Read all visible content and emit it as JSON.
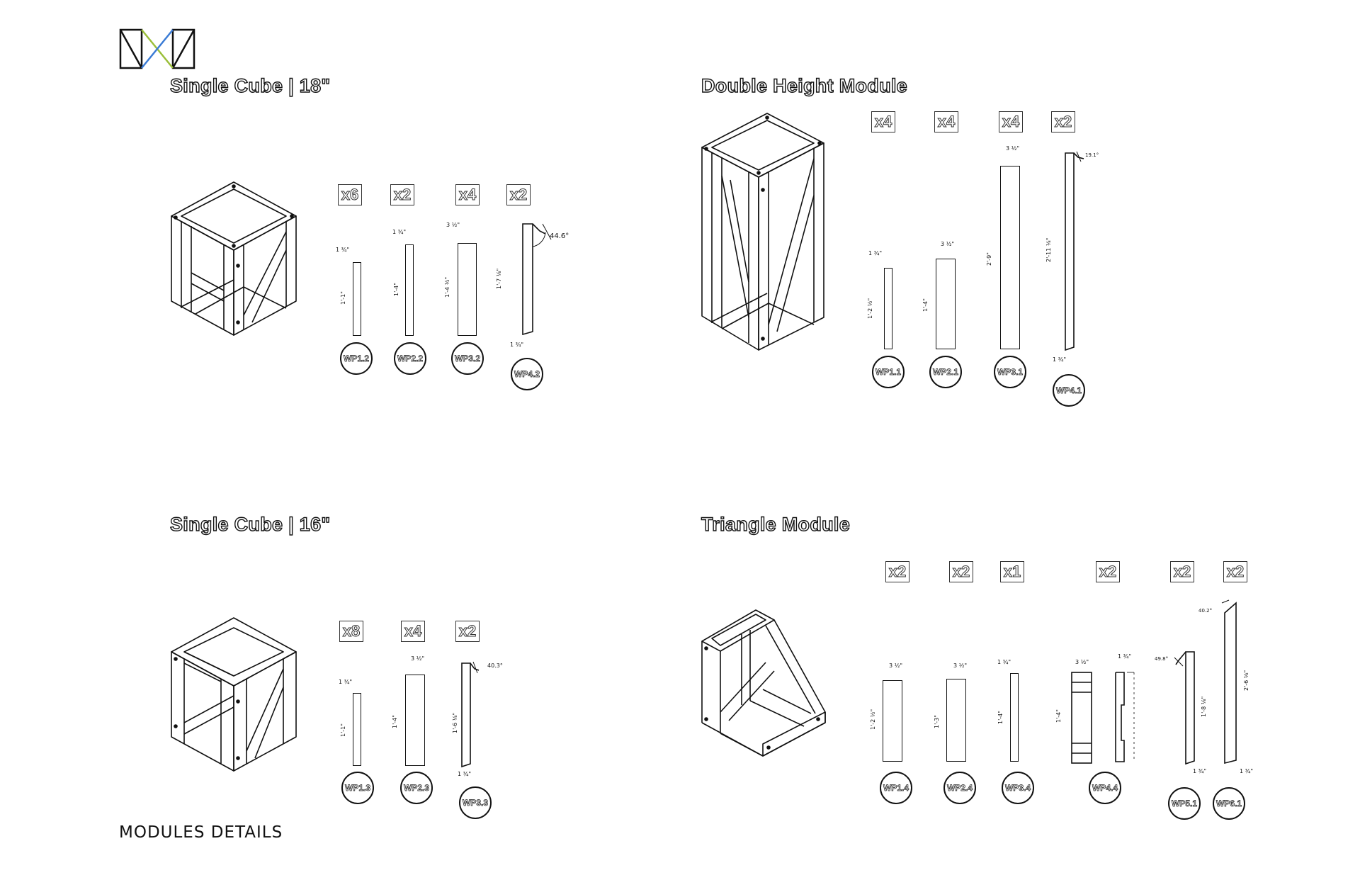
{
  "footer_label": "MODULES DETAILS",
  "accent_colors": {
    "logo_green": "#9bbf3a",
    "logo_blue": "#3a7bd5",
    "line": "#111111"
  },
  "modules": [
    {
      "title": "Single Cube | 18\"",
      "parts": [
        {
          "qty": "x6",
          "tag": "WP1.2",
          "width": "1 ¾\"",
          "length": "1'-1\""
        },
        {
          "qty": "x2",
          "tag": "WP2.2",
          "width": "1 ¾\"",
          "length": "1'-4\""
        },
        {
          "qty": "x4",
          "tag": "WP3.2",
          "width": "3 ½\"",
          "length": "1'-4 ½\""
        },
        {
          "qty": "x2",
          "tag": "WP4.2",
          "width": "1 ¾\"",
          "length": "1'-7 ⅛\"",
          "angle": "44.6°"
        }
      ]
    },
    {
      "title": "Double Height Module",
      "parts": [
        {
          "qty": "x4",
          "tag": "WP1.1",
          "width": "1 ¾\"",
          "length": "1'-2 ½\""
        },
        {
          "qty": "x4",
          "tag": "WP2.1",
          "width": "3 ½\"",
          "length": "1'-4\""
        },
        {
          "qty": "x4",
          "tag": "WP3.1",
          "width": "3 ½\"",
          "length": "2'-9\""
        },
        {
          "qty": "x2",
          "tag": "WP4.1",
          "width": "1 ¾\"",
          "length": "2'-11 ⅛\"",
          "angle": "19.1°"
        }
      ]
    },
    {
      "title": "Single Cube | 16\"",
      "parts": [
        {
          "qty": "x8",
          "tag": "WP1.3",
          "width": "1 ¾\"",
          "length": "1'-1\""
        },
        {
          "qty": "x4",
          "tag": "WP2.3",
          "width": "3 ½\"",
          "length": "1'-4\""
        },
        {
          "qty": "x2",
          "tag": "WP3.3",
          "width": "1 ¾\"",
          "length": "1'-6 ⅛\"",
          "angle": "40.3°"
        }
      ]
    },
    {
      "title": "Triangle Module",
      "parts": [
        {
          "qty": "x2",
          "tag": "WP1.4",
          "width": "3 ½\"",
          "length": "1'-2 ½\""
        },
        {
          "qty": "x2",
          "tag": "WP2.4",
          "width": "3 ½\"",
          "length": "1'-3\""
        },
        {
          "qty": "x1",
          "tag": "WP3.4",
          "width": "1 ¾\"",
          "length": "1'-4\""
        },
        {
          "qty": "x2",
          "tag": "WP4.4",
          "width": "3 ½\"",
          "length": "1'-4\"",
          "width2": "1 ¾\""
        },
        {
          "qty": "x2",
          "tag": "WP5.1",
          "width": "1 ¾\"",
          "length": "1'-8 ⅛\"",
          "angle": "49.8°"
        },
        {
          "qty": "x2",
          "tag": "WP6.1",
          "width": "1 ¾\"",
          "length": "2'-6 ⅛\"",
          "angle": "40.2°"
        }
      ]
    }
  ]
}
